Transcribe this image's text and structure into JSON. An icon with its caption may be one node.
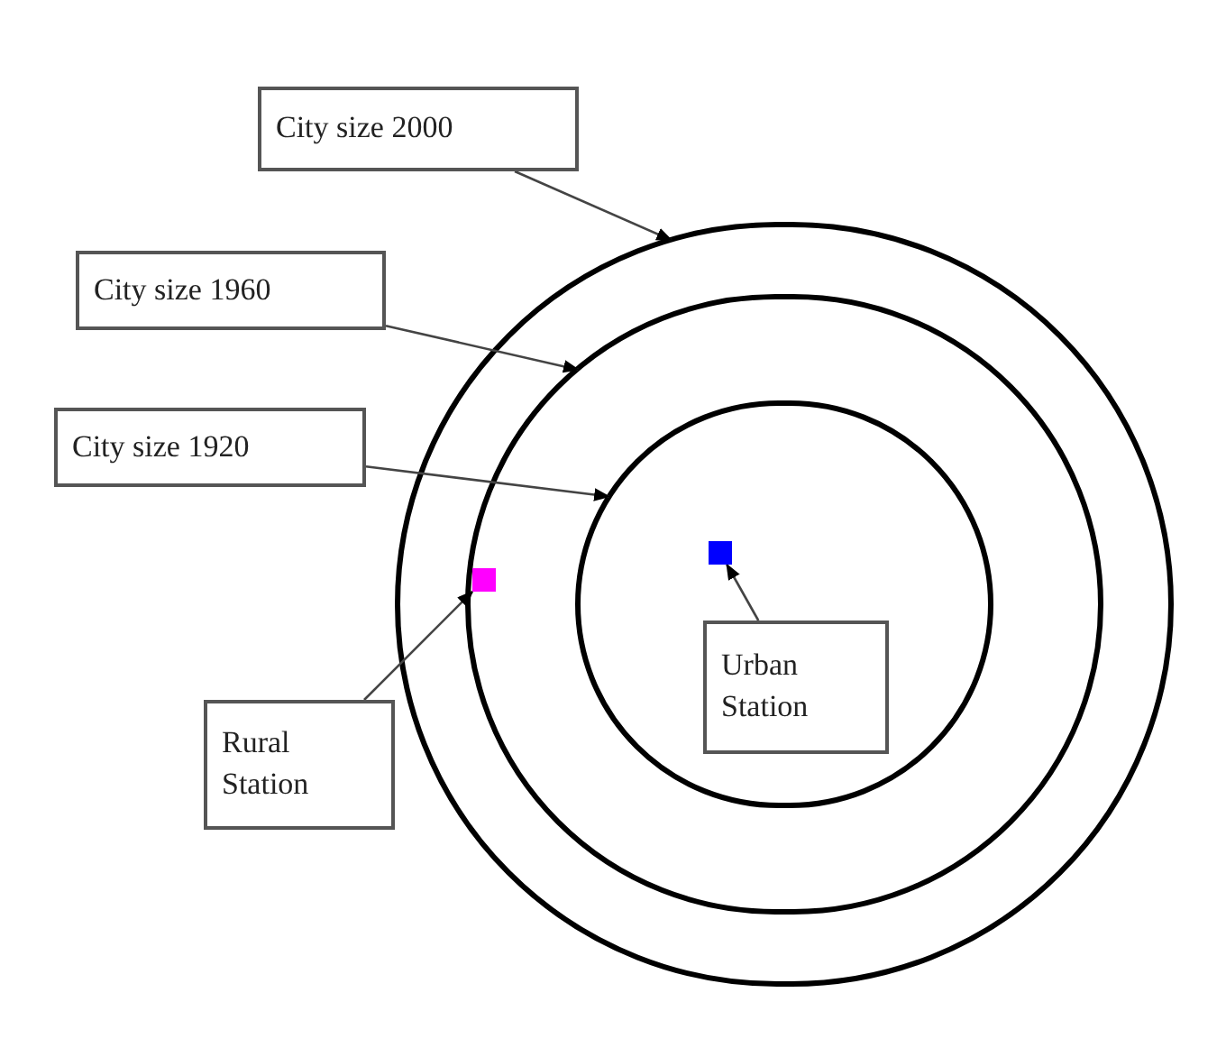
{
  "diagram": {
    "nodes": [
      {
        "text": [
          "City size 2000"
        ]
      },
      {
        "text": [
          "City size 1960"
        ]
      },
      {
        "text": [
          "City size 1920"
        ]
      },
      {
        "text": [
          "Rural Station"
        ]
      },
      {
        "text": [
          "Urban Station"
        ],
        "in": 7
      },
      {
        "text": [],
        "shape": "circle"
      },
      {
        "text": [],
        "shape": "circle",
        "in": 5
      },
      {
        "text": [],
        "shape": "circle",
        "in": 6
      },
      {
        "text": [],
        "shape": "box",
        "in": 6
      },
      {
        "text": [],
        "shape": "box",
        "in": 7
      }
    ],
    "edges": [
      {
        "from": 0,
        "to": 5,
        "arrow": "to"
      },
      {
        "from": 1,
        "to": 6,
        "arrow": "to"
      },
      {
        "from": 2,
        "to": 7,
        "arrow": "to"
      },
      {
        "from": 3,
        "to": 8,
        "arrow": "to"
      },
      {
        "from": 4,
        "to": 9,
        "arrow": "to"
      }
    ]
  }
}
